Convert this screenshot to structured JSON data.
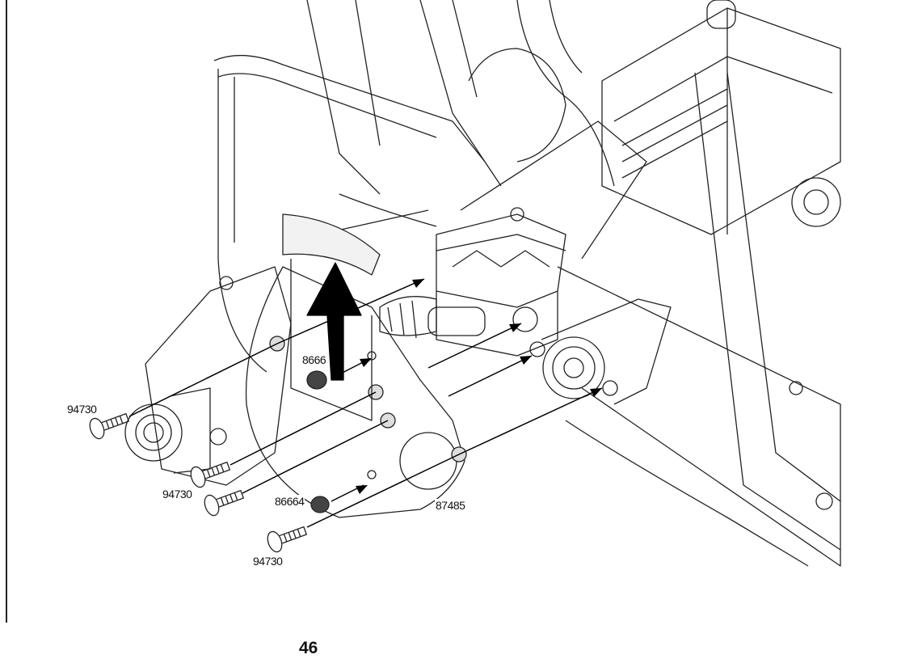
{
  "figure": {
    "part_labels": [
      {
        "id": "screw-1",
        "text": "94730"
      },
      {
        "id": "screw-2",
        "text": "94730"
      },
      {
        "id": "screw-3",
        "text": "94730"
      },
      {
        "id": "plug-upper",
        "text": "8666"
      },
      {
        "id": "plug-lower",
        "text": "86664"
      },
      {
        "id": "plate",
        "text": "87485"
      }
    ]
  },
  "page": {
    "number": "46"
  }
}
